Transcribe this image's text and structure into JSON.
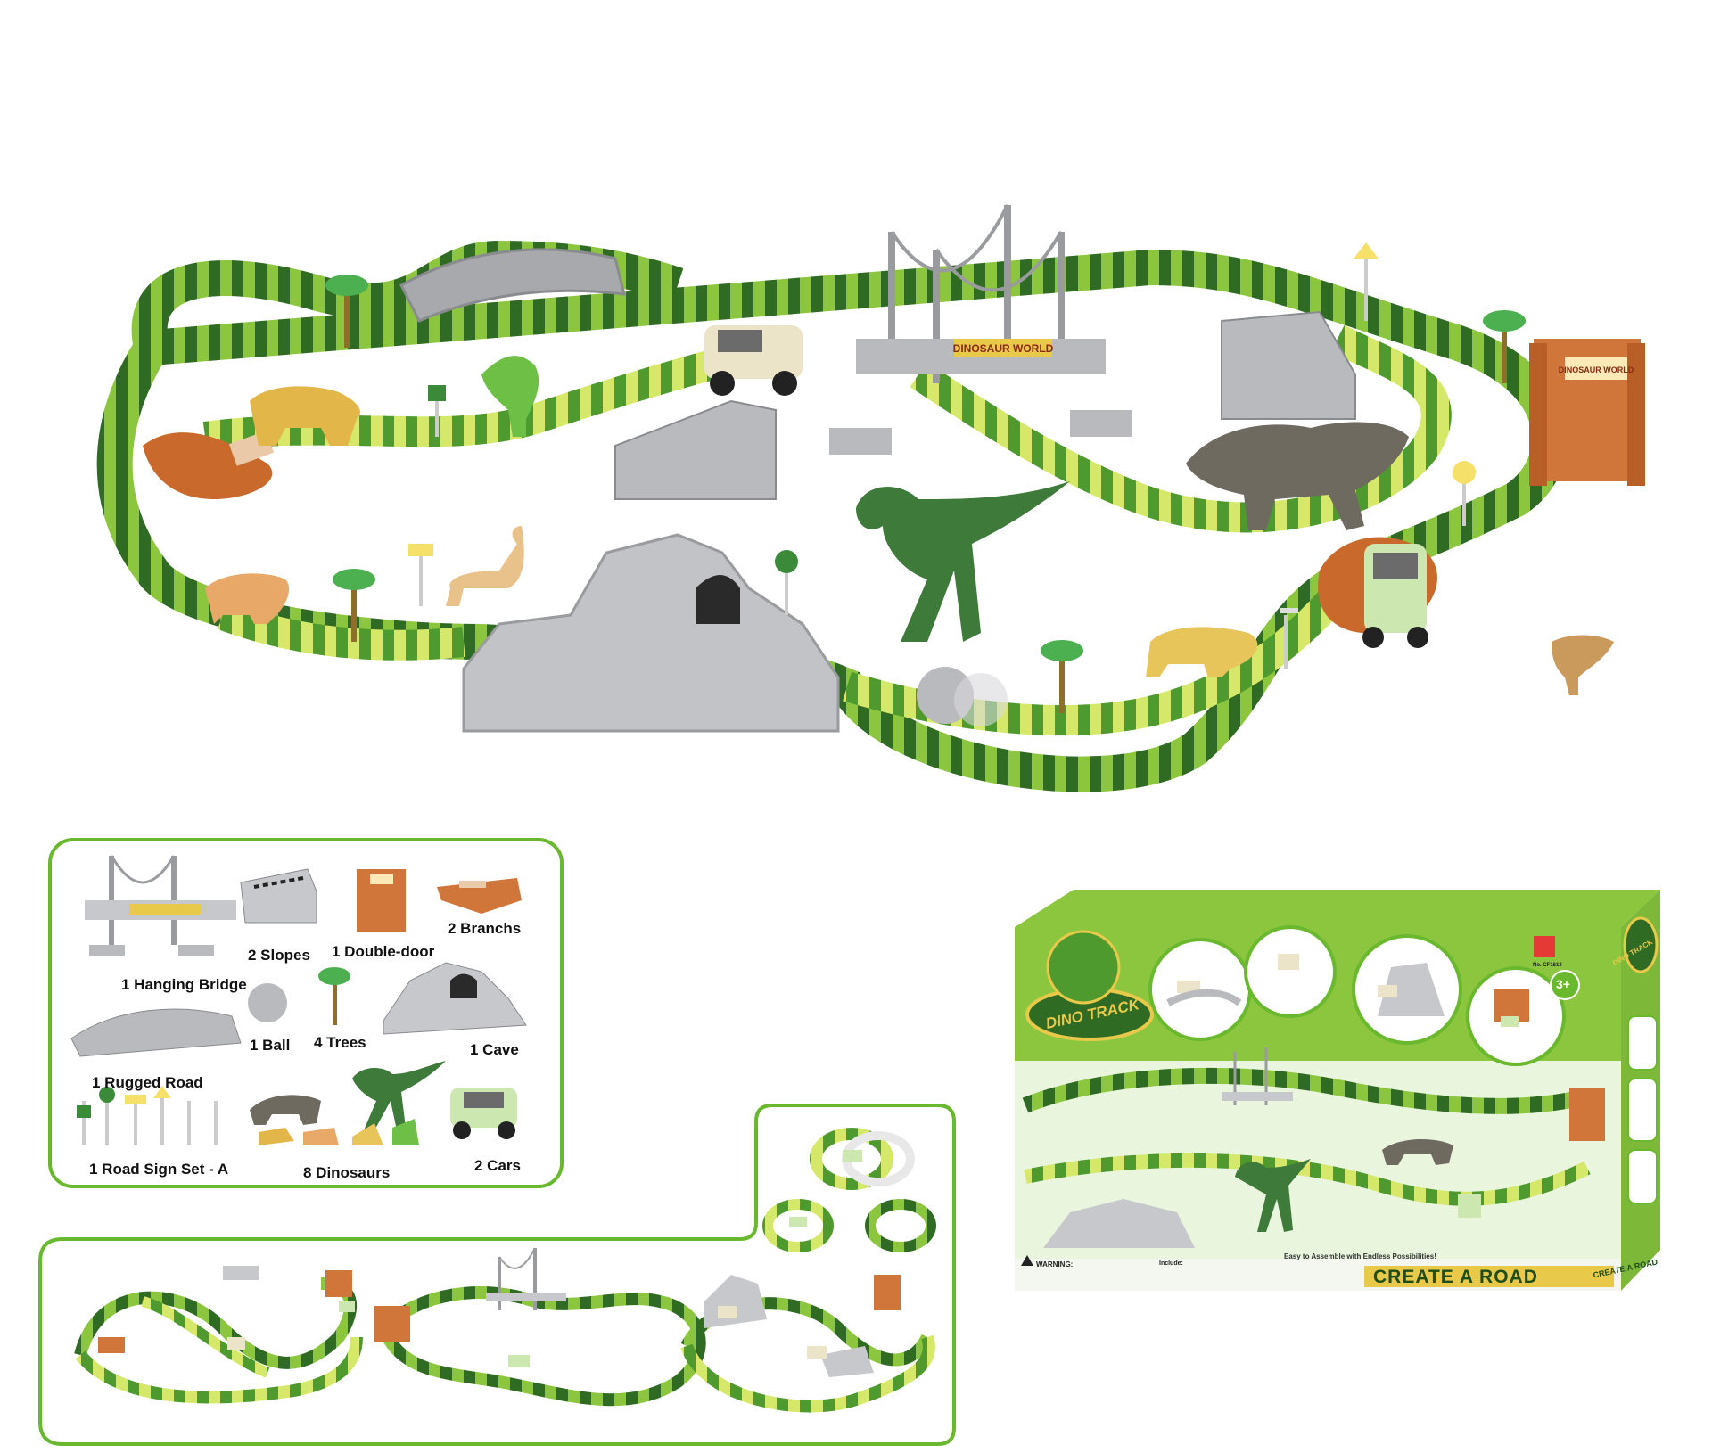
{
  "accent_color": "#6ab82e",
  "track_colors": [
    "#2f6b22",
    "#8cc63f",
    "#d6e86a",
    "#4e9a2e"
  ],
  "scene": {
    "bridge_sign": "DINOSAUR WORLD",
    "gate_sign": "DINOSAUR WORLD"
  },
  "contents_panel": {
    "items": [
      {
        "icon": "hanging-bridge-icon",
        "label": "1 Hanging Bridge"
      },
      {
        "icon": "slope-icon",
        "label": "2 Slopes"
      },
      {
        "icon": "double-door-icon",
        "label": "1 Double-door"
      },
      {
        "icon": "branch-icon",
        "label": "2 Branchs"
      },
      {
        "icon": "rugged-road-icon",
        "label": "1 Rugged Road"
      },
      {
        "icon": "ball-icon",
        "label": "1 Ball"
      },
      {
        "icon": "tree-icon",
        "label": "4 Trees"
      },
      {
        "icon": "cave-icon",
        "label": "1 Cave"
      },
      {
        "icon": "road-sign-icon",
        "label": "1 Road Sign Set - A"
      },
      {
        "icon": "dinosaur-icon",
        "label": "8 Dinosaurs"
      },
      {
        "icon": "car-icon",
        "label": "2 Cars"
      }
    ]
  },
  "box": {
    "brand_logo": "DINO TRACK",
    "side_logo": "DINO TRACK",
    "age": "3+",
    "slogan": "Easy to Assemble with Endless Possibilities!",
    "headline": "CREATE A ROAD",
    "side_headline": "CREATE A ROAD",
    "warning": "WARNING:",
    "includes": "Include:",
    "model": "No. CF1613"
  }
}
